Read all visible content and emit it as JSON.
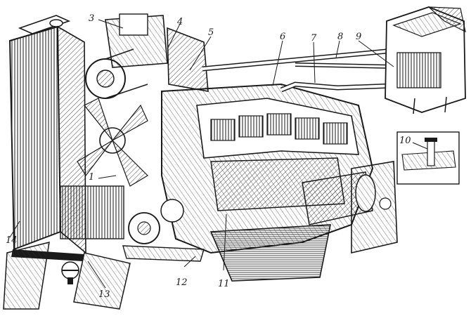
{
  "figure": {
    "colors": {
      "ink": "#1a1a1a",
      "paper": "#ffffff",
      "hatch": "#555555"
    },
    "callouts": [
      {
        "id": "c1",
        "text": "1"
      },
      {
        "id": "c2",
        "text": "3"
      },
      {
        "id": "c3",
        "text": "4"
      },
      {
        "id": "c4",
        "text": "5"
      },
      {
        "id": "c5",
        "text": "6"
      },
      {
        "id": "c6",
        "text": "7"
      },
      {
        "id": "c7",
        "text": "8"
      },
      {
        "id": "c8",
        "text": "9"
      },
      {
        "id": "c9",
        "text": "10"
      },
      {
        "id": "c10",
        "text": "11"
      },
      {
        "id": "c11",
        "text": "12"
      },
      {
        "id": "c12",
        "text": "13"
      },
      {
        "id": "c13",
        "text": "14"
      }
    ]
  }
}
